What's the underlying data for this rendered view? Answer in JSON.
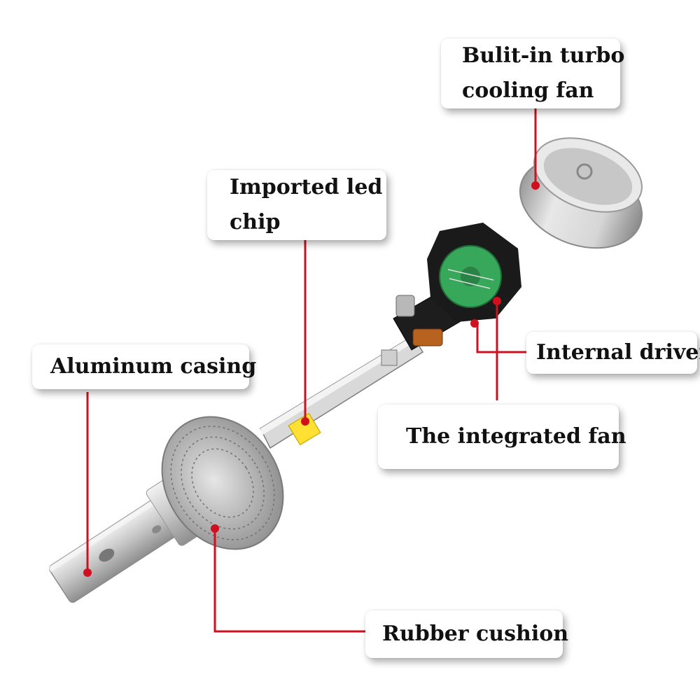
{
  "callouts": {
    "turbo_fan": {
      "line1": "Bulit-in turbo",
      "line2": "cooling fan"
    },
    "led_chip": {
      "line1": "Imported led",
      "line2": "chip"
    },
    "aluminum_casing": "Aluminum casing",
    "internal_driver": "Internal driver",
    "integrated_fan": "The integrated fan",
    "rubber_cushion": "Rubber cushion"
  },
  "colors": {
    "leader_line": "#d0101e",
    "led_chip": "#ffe033",
    "fan_label": "#2e9a4c",
    "fan_blade": "#1a1a1a"
  }
}
